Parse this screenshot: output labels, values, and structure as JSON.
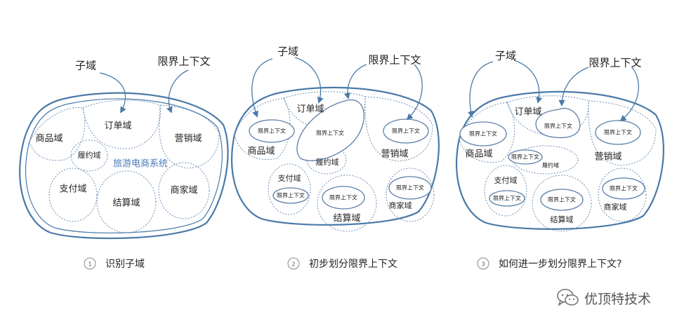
{
  "panel1": {
    "subdomain_label": "子域",
    "context_label": "限界上下文",
    "domains": {
      "product": "商品域",
      "order": "订单域",
      "marketing": "营销域",
      "fulfillment": "履约域",
      "payment": "支付域",
      "settlement": "结算域",
      "merchant": "商家域"
    },
    "system_name": "旅游电商系统",
    "step_number": "1",
    "caption": "识别子域"
  },
  "panel2": {
    "subdomain_label": "子域",
    "context_label": "限界上下文",
    "bounded_context": "限界上下文",
    "domains": {
      "product": "商品域",
      "order": "订单域",
      "marketing": "营销域",
      "fulfillment": "履约域",
      "payment": "支付域",
      "settlement": "结算域",
      "merchant": "商家域"
    },
    "step_number": "2",
    "caption": "初步划分限界上下文"
  },
  "panel3": {
    "subdomain_label": "子域",
    "context_label": "限界上下文",
    "bounded_context": "限界上下文",
    "domains": {
      "product": "商品域",
      "order": "订单域",
      "marketing": "营销域",
      "fulfillment": "履约域",
      "payment": "支付域",
      "settlement": "结算域",
      "merchant": "商家域"
    },
    "step_number": "3",
    "caption": "如何进一步划分限界上下文?"
  },
  "watermark": {
    "icon": "wechat-icon",
    "text": "优顶特技术"
  },
  "colors": {
    "outline": "#4a7aa8",
    "system_text": "#4a7ab8"
  }
}
